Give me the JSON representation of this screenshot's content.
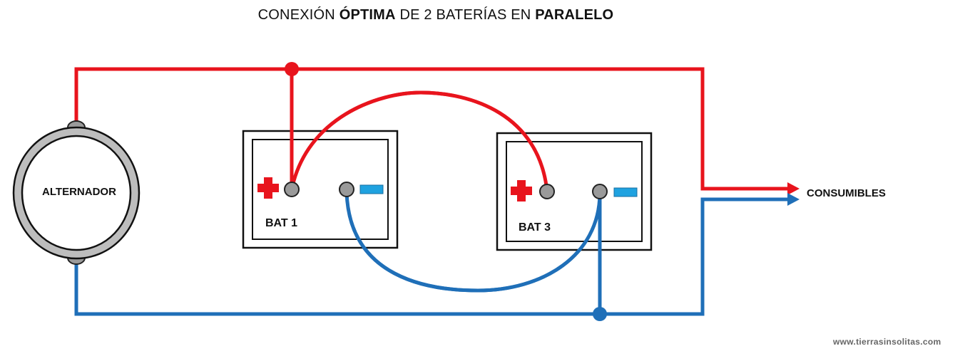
{
  "title": {
    "part1": "CONEXIÓN ",
    "part2": "ÓPTIMA",
    "part3": " DE 2 BATERÍAS EN ",
    "part4": "PARALELO"
  },
  "alternator": {
    "label": "ALTERNADOR"
  },
  "batteries": [
    {
      "label": "BAT 1"
    },
    {
      "label": "BAT 3"
    }
  ],
  "output": {
    "label": "CONSUMIBLES"
  },
  "watermark": "www.tierrasinsolitas.com",
  "colors": {
    "positive": "#e8141d",
    "negative": "#1f6fb8",
    "negative_symbol": "#1fa2e0",
    "terminal": "#9a9a9a",
    "alternator_ring": "#bdbdbd",
    "outline": "#111111"
  }
}
